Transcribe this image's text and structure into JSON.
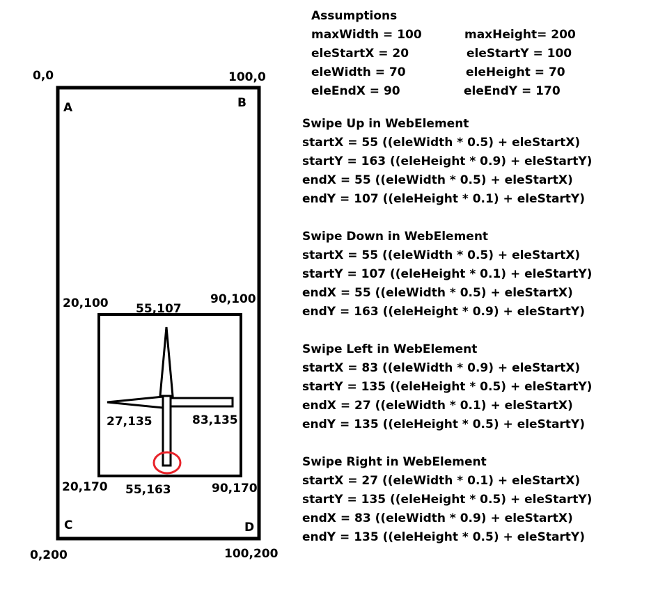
{
  "diagram": {
    "outer_corners": {
      "top_left": "0,0",
      "top_right": "100,0",
      "bottom_left": "0,200",
      "bottom_right": "100,200"
    },
    "corner_letters": {
      "a": "A",
      "b": "B",
      "c": "C",
      "d": "D"
    },
    "element_corners": {
      "top_left": "20,100",
      "top_right": "90,100",
      "bottom_left": "20,170",
      "bottom_right": "90,170"
    },
    "points": {
      "top": "55,107",
      "left": "27,135",
      "right": "83,135",
      "bottom": "55,163"
    }
  },
  "assumptions": {
    "title": "Assumptions",
    "left": [
      "maxWidth = 100",
      "eleStartX = 20",
      "eleWidth = 70",
      "eleEndX = 90"
    ],
    "right": [
      "maxHeight= 200",
      "eleStartY = 100",
      "eleHeight = 70",
      "eleEndY = 170"
    ]
  },
  "swipes": [
    {
      "title": "Swipe Up in WebElement",
      "lines": [
        "startX = 55 ((eleWidth * 0.5) + eleStartX)",
        "startY = 163 ((eleHeight * 0.9) + eleStartY)",
        "endX = 55 ((eleWidth * 0.5) + eleStartX)",
        "endY = 107 ((eleHeight * 0.1) + eleStartY)"
      ]
    },
    {
      "title": "Swipe Down in WebElement",
      "lines": [
        "startX = 55 ((eleWidth * 0.5) + eleStartX)",
        "startY = 107 ((eleHeight * 0.1) + eleStartY)",
        "endX = 55 ((eleWidth * 0.5) + eleStartX)",
        "endY = 163 ((eleHeight * 0.9) + eleStartY)"
      ]
    },
    {
      "title": "Swipe Left in WebElement",
      "lines": [
        "startX = 83 ((eleWidth * 0.9) + eleStartX)",
        "startY = 135 ((eleHeight * 0.5) + eleStartY)",
        "endX = 27 ((eleWidth * 0.1) + eleStartX)",
        "endY = 135 ((eleHeight * 0.5) + eleStartY)"
      ]
    },
    {
      "title": "Swipe Right in WebElement",
      "lines": [
        "startX = 27 ((eleWidth * 0.1) + eleStartX)",
        "startY = 135 ((eleHeight * 0.5) + eleStartY)",
        "endX = 83 ((eleWidth * 0.9) + eleStartX)",
        "endY = 135 ((eleHeight * 0.5) + eleStartY)"
      ]
    }
  ],
  "colors": {
    "stroke": "#000000",
    "highlight": "#e8232a"
  }
}
